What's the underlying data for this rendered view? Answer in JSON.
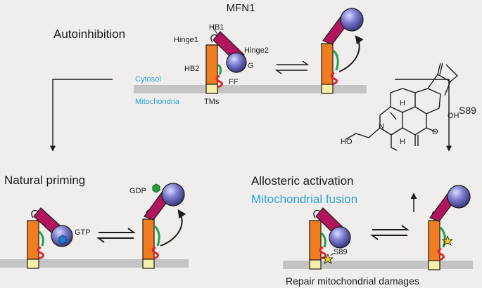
{
  "title": "MFN1",
  "sections": {
    "autoinhibition": "Autoinhibition",
    "natural_priming": "Natural priming",
    "allosteric_activation": "Allosteric activation",
    "mitochondrial_fusion": "Mitochondrial fusion",
    "repair": "Repair mitochondrial damages"
  },
  "domain_labels": {
    "hb1": "HB1",
    "hinge1": "Hinge1",
    "hinge2": "Hinge2",
    "hb2": "HB2",
    "g": "G",
    "ff": "FF",
    "tms": "TMs"
  },
  "compartments": {
    "cytosol": "Cytosol",
    "mitochondria": "Mitochondria"
  },
  "ligands": {
    "s89_side": "S89",
    "s89_bound": "S89",
    "gtp": "GTP",
    "gdp": "GDP"
  },
  "molecule_atoms": {
    "n": "N",
    "oh": "OH",
    "o": "O",
    "ho": "HO",
    "h1": "H",
    "h2": "H"
  },
  "colors": {
    "background": "#efeeec",
    "membrane": "#c4c4c4",
    "hb2_orange": "#f07d1f",
    "hb1_magenta": "#b2155e",
    "gtpase_purple": "#6f6fc0",
    "linker_green": "#22a04a",
    "ff_red": "#e0262c",
    "tm_yellow": "#f6efa8",
    "accent_blue": "#2aa3d8",
    "gtp_blue": "#1e7fd0",
    "gdp_green": "#2a9d3c",
    "s89_yellow": "#f2d21a"
  }
}
